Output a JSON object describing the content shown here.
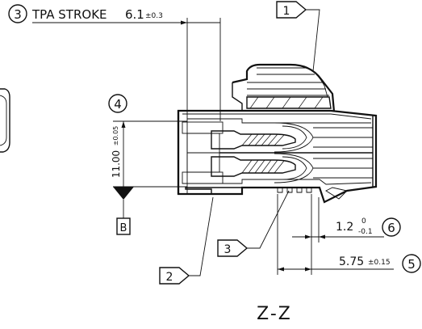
{
  "callouts": {
    "c3_num": "3",
    "tpa_label": "TPA STROKE",
    "tpa_value": "6.1",
    "tpa_tol": "±0.3",
    "c1_num": "1",
    "c4_num": "4",
    "c6_num": "6",
    "c5_num": "5",
    "ref3": "3",
    "ref2": "2"
  },
  "dims": {
    "height_label": "11.00",
    "height_tol": "±0.05",
    "datum": "B",
    "d6_value": "1.2",
    "d6_tol_upper": "0",
    "d6_tol_lower": "-0.1",
    "d5_value": "5.75",
    "d5_tol": "±0.15"
  },
  "section_label": "Z-Z"
}
